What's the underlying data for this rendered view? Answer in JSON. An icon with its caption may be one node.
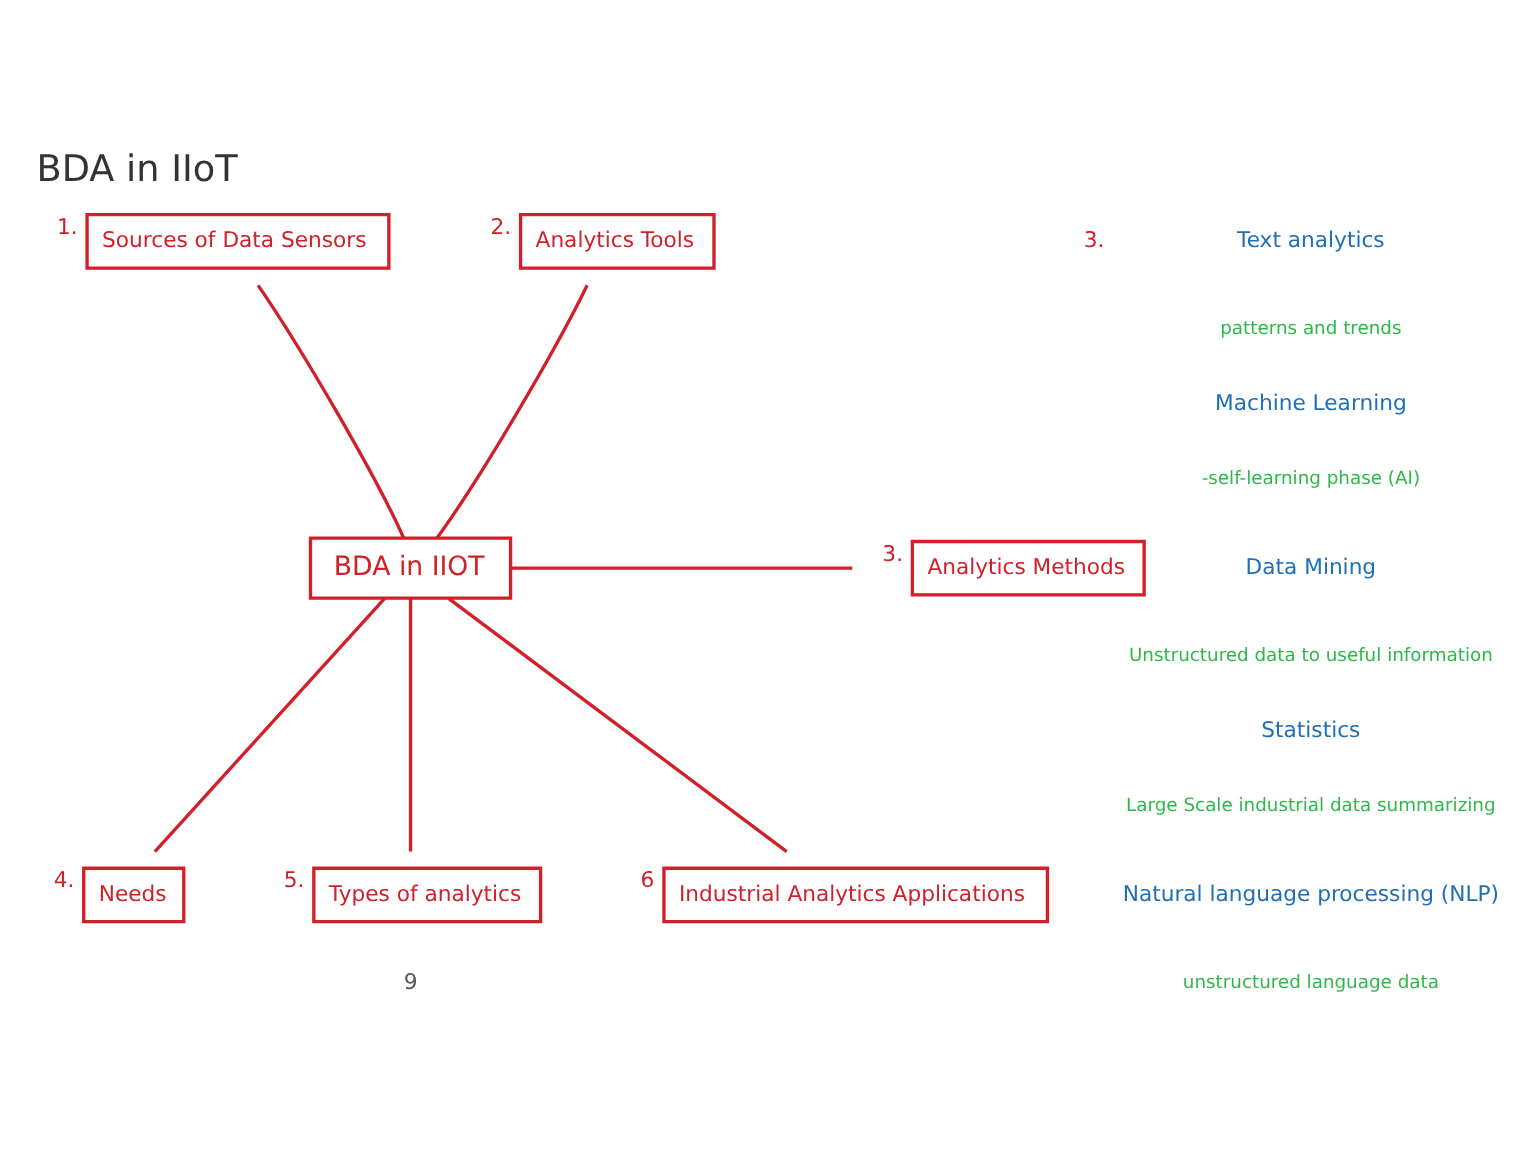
{
  "diagram": {
    "title": "BDA in IIoT",
    "nodes": [
      {
        "text": [
          "BDA in IIOT"
        ]
      },
      {
        "text": [
          "Sources of Data Sensors"
        ],
        "beside": [
          "1."
        ]
      },
      {
        "text": [
          "Analytics Tools"
        ],
        "beside": [
          "2."
        ]
      },
      {
        "text": [
          "Analytics Methods"
        ],
        "beside": [
          "3."
        ]
      },
      {
        "text": [
          "Needs"
        ],
        "beside": [
          "4."
        ]
      },
      {
        "text": [
          "Types of analytics"
        ],
        "beside": [
          "5."
        ]
      },
      {
        "text": [
          "Industrial Analytics Applications"
        ],
        "beside": [
          "6"
        ]
      }
    ],
    "edges": [
      {
        "from": 0,
        "to": 1,
        "arrow": "none"
      },
      {
        "from": 0,
        "to": 2,
        "arrow": "none"
      },
      {
        "from": 0,
        "to": 3,
        "arrow": "none"
      },
      {
        "from": 0,
        "to": 4,
        "arrow": "none"
      },
      {
        "from": 0,
        "to": 5,
        "arrow": "none"
      },
      {
        "from": 0,
        "to": 6,
        "arrow": "none"
      }
    ],
    "labels": [
      "3.",
      "Text analytics",
      "patterns and trends",
      "Machine Learning",
      "-self-learning phase (AI)",
      "Data Mining",
      "Unstructured data to useful information",
      "Statistics",
      "Large Scale industrial data summarizing",
      "Natural language processing (NLP)",
      "unstructured language data",
      "9"
    ]
  }
}
